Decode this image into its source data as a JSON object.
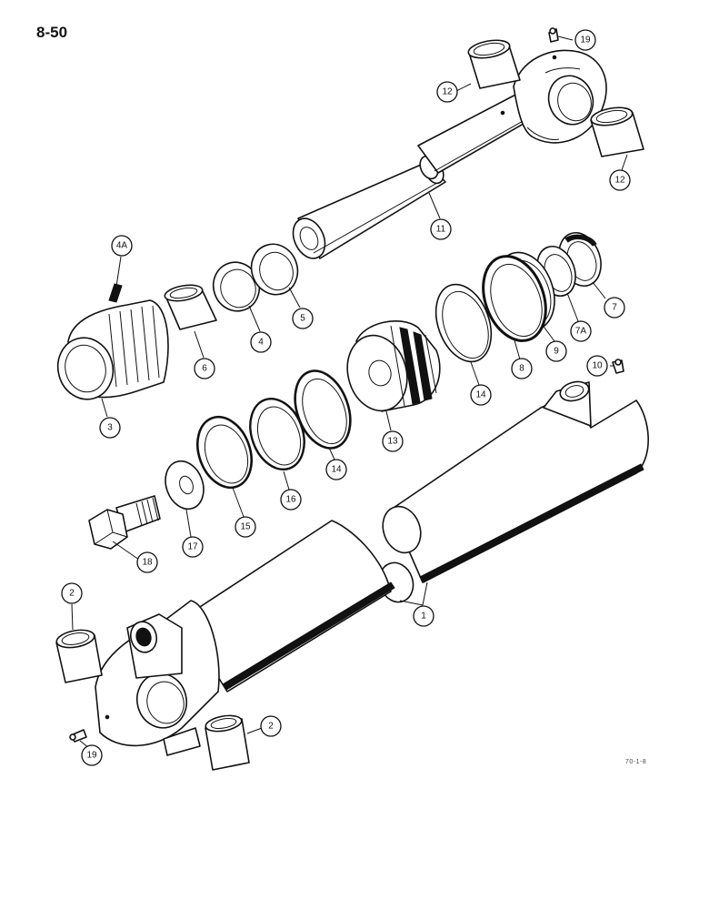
{
  "page": {
    "number": "8-50",
    "drawing_code": "70-1-8"
  },
  "callouts": [
    {
      "id": "c19a",
      "label": "19"
    },
    {
      "id": "c12a",
      "label": "12"
    },
    {
      "id": "c12b",
      "label": "12"
    },
    {
      "id": "c11",
      "label": "11"
    },
    {
      "id": "c4a",
      "label": "4A"
    },
    {
      "id": "c5",
      "label": "5"
    },
    {
      "id": "c4",
      "label": "4"
    },
    {
      "id": "c6",
      "label": "6"
    },
    {
      "id": "c3",
      "label": "3"
    },
    {
      "id": "c7",
      "label": "7"
    },
    {
      "id": "c7a",
      "label": "7A"
    },
    {
      "id": "c9",
      "label": "9"
    },
    {
      "id": "c8",
      "label": "8"
    },
    {
      "id": "c14a",
      "label": "14"
    },
    {
      "id": "c10",
      "label": "10"
    },
    {
      "id": "c13",
      "label": "13"
    },
    {
      "id": "c14b",
      "label": "14"
    },
    {
      "id": "c16",
      "label": "16"
    },
    {
      "id": "c15",
      "label": "15"
    },
    {
      "id": "c17",
      "label": "17"
    },
    {
      "id": "c18",
      "label": "18"
    },
    {
      "id": "c1",
      "label": "1"
    },
    {
      "id": "c2a",
      "label": "2"
    },
    {
      "id": "c2b",
      "label": "2"
    },
    {
      "id": "c19b",
      "label": "19"
    }
  ]
}
